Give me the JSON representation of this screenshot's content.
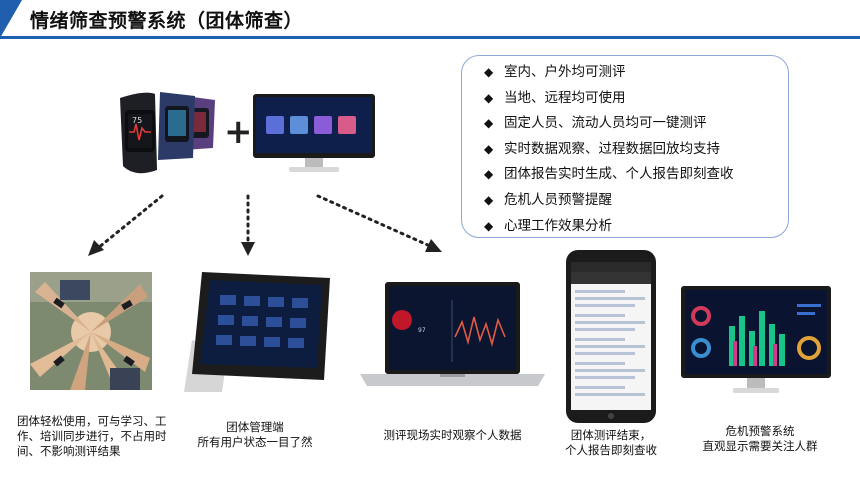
{
  "title": "情绪筛查预警系统（团体筛查）",
  "colors": {
    "brand": "#1f5fae",
    "box_border": "#8fa8d8",
    "dark_screen": "#0b1530"
  },
  "plus_sign": "+",
  "features": {
    "bullet_icon": "diamond-bullet-icon",
    "items": [
      "室内、户外均可测评",
      "当地、远程均可使用",
      "固定人员、流动人员均可一键测评",
      "实时数据观察、过程数据回放均支持",
      "团体报告实时生成、个人报告即刻查收",
      "危机人员预警提醒",
      "心理工作效果分析"
    ]
  },
  "captions": {
    "group": "团体轻松使用，可与学习、工作、培训同步进行，不占用时间、不影响测评结果",
    "tablet_line1": "团体管理端",
    "tablet_line2": "所有用户状态一目了然",
    "laptop": "测评现场实时观察个人数据",
    "phone_line1": "团体测评结束，",
    "phone_line2": "个人报告即刻查收",
    "monitor_line1": "危机预警系统",
    "monitor_line2": "直观显示需要关注人群"
  },
  "devices": {
    "watch_readout": "75",
    "laptop_readout": "97"
  }
}
